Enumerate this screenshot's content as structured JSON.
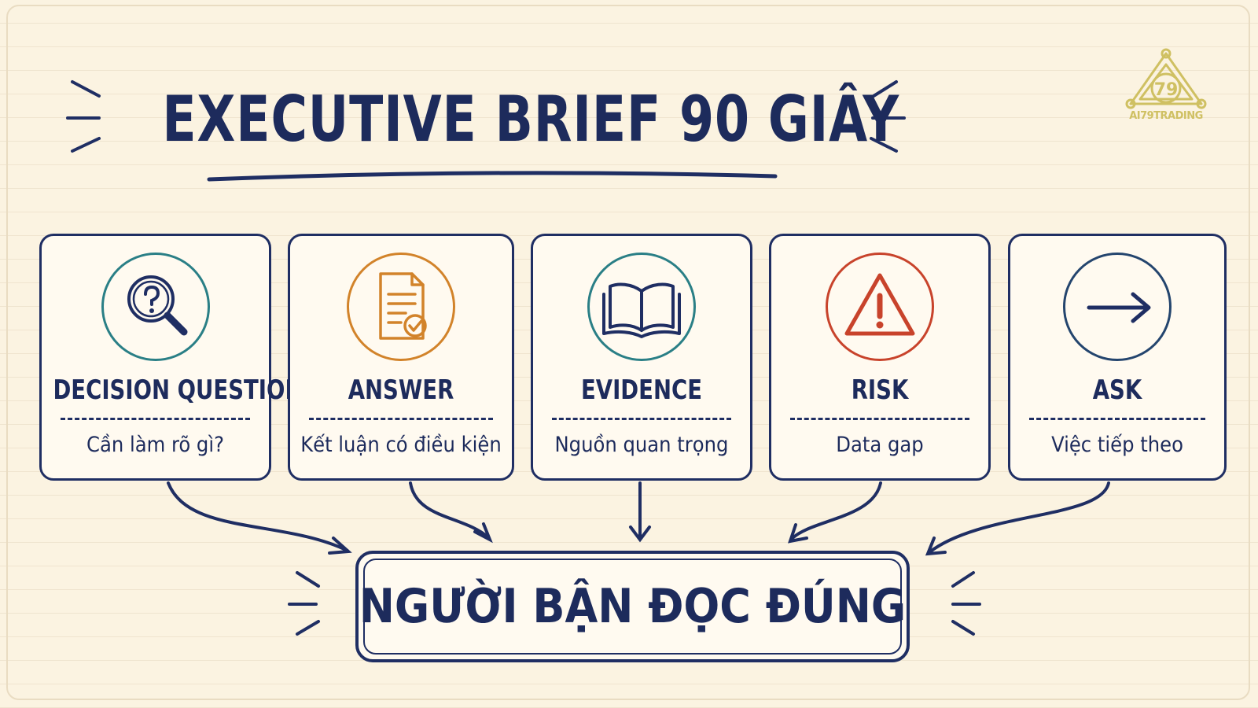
{
  "title": "EXECUTIVE BRIEF 90 GIÂY",
  "logo": {
    "text": "AI79TRADING",
    "mark": "79"
  },
  "colors": {
    "ink": "#1f2e63",
    "teal": "#2a7f86",
    "orange": "#d2832a",
    "red": "#c8432b",
    "navy": "#24456e",
    "gold": "#cfc062"
  },
  "cards": [
    {
      "title": "DECISION QUESTION",
      "subtitle": "Cần làm rõ gì?",
      "icon": "magnifier-question-icon",
      "color": "#2a7f86"
    },
    {
      "title": "ANSWER",
      "subtitle": "Kết luận có điều kiện",
      "icon": "document-check-icon",
      "color": "#d2832a"
    },
    {
      "title": "EVIDENCE",
      "subtitle": "Nguồn quan trọng",
      "icon": "open-book-icon",
      "color": "#2a7f86"
    },
    {
      "title": "RISK",
      "subtitle": "Data gap",
      "icon": "warning-icon",
      "color": "#c8432b"
    },
    {
      "title": "ASK",
      "subtitle": "Việc tiếp theo",
      "icon": "arrow-right-icon",
      "color": "#24456e"
    }
  ],
  "result": "NGƯỜI BẬN ĐỌC ĐÚNG"
}
